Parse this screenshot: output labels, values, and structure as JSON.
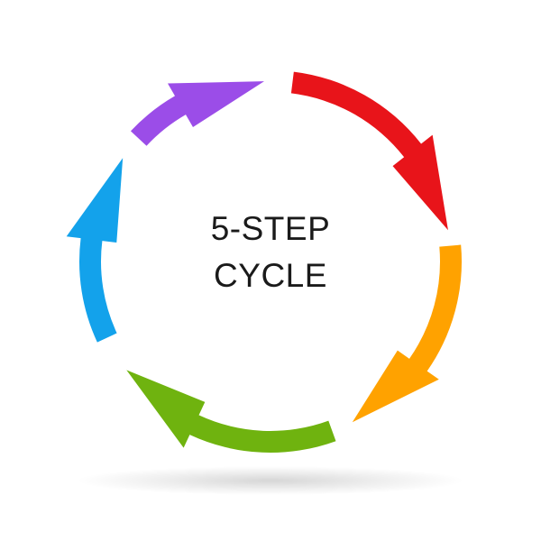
{
  "title": {
    "line1": "5-STEP",
    "line2": "CYCLE"
  },
  "steps": [
    {
      "id": "step-1",
      "color": "#e8141a"
    },
    {
      "id": "step-2",
      "color": "#ffa200"
    },
    {
      "id": "step-3",
      "color": "#6fb30f"
    },
    {
      "id": "step-4",
      "color": "#13a2eb"
    },
    {
      "id": "step-5",
      "color": "#9b4de8"
    }
  ],
  "arrow_direction": "clockwise"
}
